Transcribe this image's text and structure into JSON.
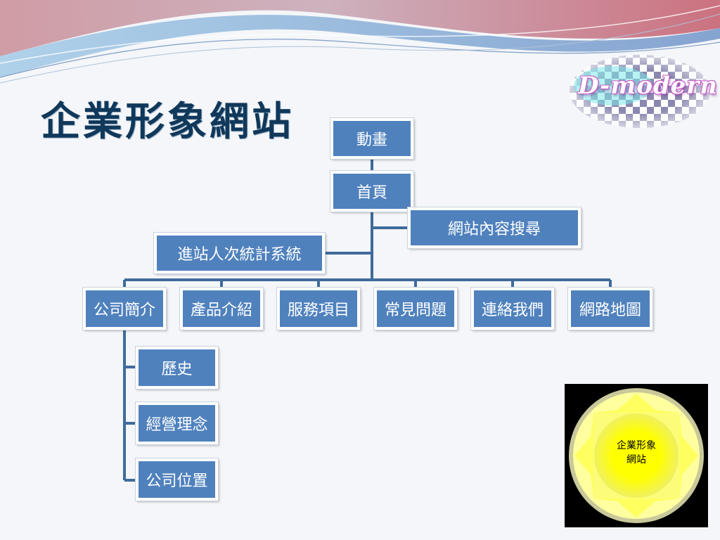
{
  "slide": {
    "title": "企業形象網站",
    "logo": {
      "text": "D-modern",
      "icon": "checkered-logo-icon"
    },
    "nodes": {
      "animation": "動畫",
      "home": "首頁",
      "site_search": "網站內容搜尋",
      "visitor_counter": "進站人次統計系統",
      "company_intro": "公司簡介",
      "product_intro": "產品介紹",
      "services": "服務項目",
      "faq": "常見問題",
      "contact": "連絡我們",
      "sitemap": "網路地圖",
      "history": "歷史",
      "philosophy": "經營理念",
      "location": "公司位置"
    },
    "badge": {
      "line1": "企業形象",
      "line2": "網站",
      "icon": "sun-octagon-icon"
    }
  },
  "colors": {
    "title": "#10385a",
    "node_fill": "#4f81bd",
    "node_border": "#ffffff",
    "connector": "#3f6b9c",
    "badge_bg": "#000000",
    "badge_sun": "#ffff00"
  }
}
